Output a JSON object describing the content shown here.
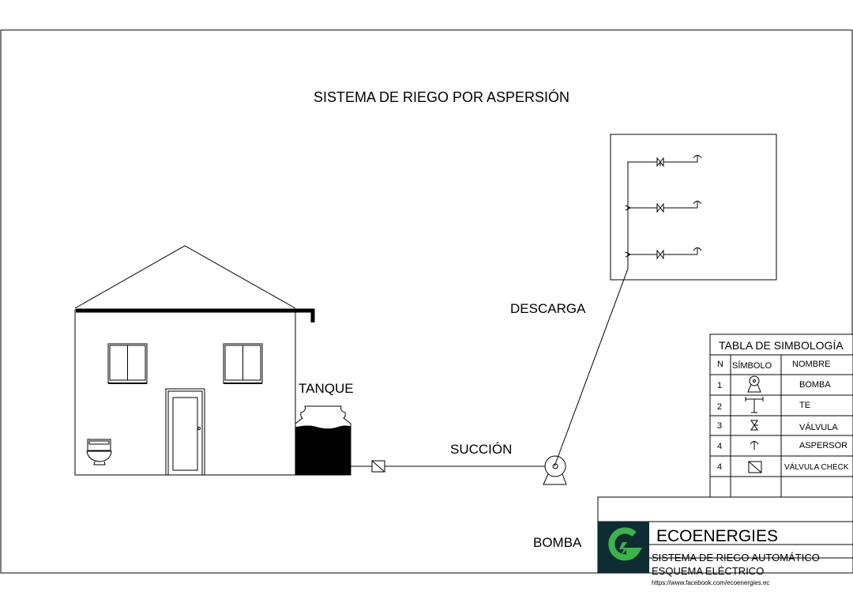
{
  "title": "SISTEMA DE RIEGO POR ASPERSIÓN",
  "labels": {
    "descarga": "DESCARGA",
    "tanque": "TANQUE",
    "succion": "SUCCIÓN",
    "bomba": "BOMBA"
  },
  "legend": {
    "title": "TABLA DE SIMBOLOGÍA",
    "headers": {
      "n": "N",
      "simbolo": "SÍMBOLO",
      "nombre": "NOMBRE"
    },
    "rows": [
      {
        "n": "1",
        "nombre": "BOMBA",
        "icon": "pump-symbol-icon"
      },
      {
        "n": "2",
        "nombre": "TE",
        "icon": "tee-symbol-icon"
      },
      {
        "n": "3",
        "nombre": "VÁLVULA",
        "icon": "valve-symbol-icon"
      },
      {
        "n": "4",
        "nombre": "ASPERSOR",
        "icon": "sprinkler-symbol-icon"
      },
      {
        "n": "4",
        "nombre": "VÁLVULA CHECK",
        "icon": "check-valve-symbol-icon"
      }
    ]
  },
  "title_block": {
    "company": "ECOENERGIES",
    "project": "SISTEMA DE RIEGO AUTOMÁTICO",
    "sheet": "ESQUEMA ELÉCTRICO",
    "url": "https://www.facebook.com/ecoenergies.ec",
    "logo_icon": "ecoenergies-logo-icon",
    "logo_bg": "#0f2c33",
    "logo_green": "#3bb44a"
  }
}
